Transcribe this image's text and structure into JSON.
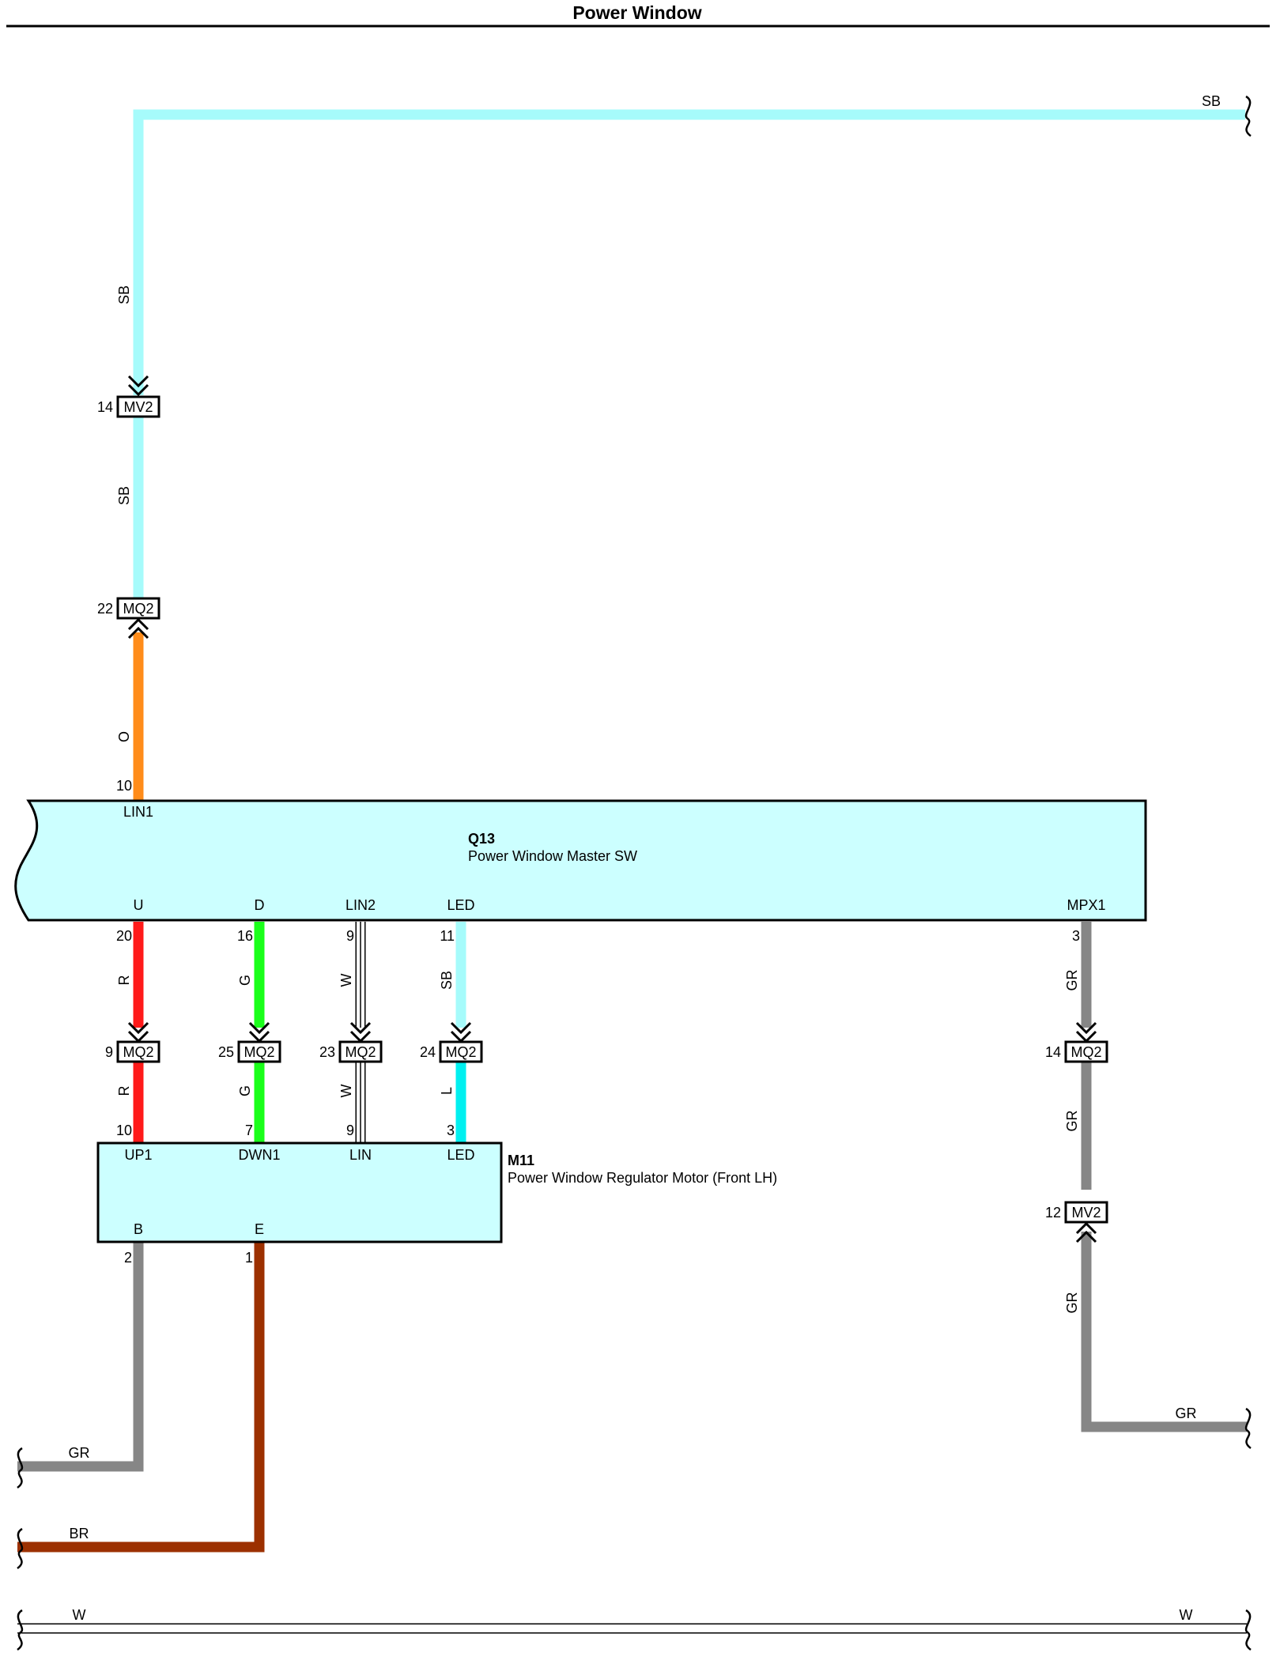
{
  "title": "Power Window",
  "components": {
    "q13": {
      "id": "Q13",
      "name": "Power Window Master SW"
    },
    "m11": {
      "id": "M11",
      "name": "Power Window Regulator Motor (Front LH)"
    }
  },
  "terminals": {
    "q13_lin1": "LIN1",
    "q13_u": "U",
    "q13_d": "D",
    "q13_lin2": "LIN2",
    "q13_led": "LED",
    "q13_mpx1": "MPX1",
    "m11_up1": "UP1",
    "m11_dwn1": "DWN1",
    "m11_lin": "LIN",
    "m11_led": "LED",
    "m11_b": "B",
    "m11_e": "E"
  },
  "pins": {
    "q13_lin1": "10",
    "q13_u": "20",
    "q13_d": "16",
    "q13_lin2": "9",
    "q13_led": "11",
    "q13_mpx1": "3",
    "m11_up1": "10",
    "m11_dwn1": "7",
    "m11_lin": "9",
    "m11_led": "3",
    "m11_b": "2",
    "m11_e": "1"
  },
  "connectors": {
    "mv2_14_top": {
      "name": "MV2",
      "pin": "14"
    },
    "mq2_22": {
      "name": "MQ2",
      "pin": "22"
    },
    "mq2_9": {
      "name": "MQ2",
      "pin": "9"
    },
    "mq2_25": {
      "name": "MQ2",
      "pin": "25"
    },
    "mq2_23": {
      "name": "MQ2",
      "pin": "23"
    },
    "mq2_24": {
      "name": "MQ2",
      "pin": "24"
    },
    "mq2_14": {
      "name": "MQ2",
      "pin": "14"
    },
    "mv2_12": {
      "name": "MV2",
      "pin": "12"
    }
  },
  "wire_labels": {
    "top_sb": "SB",
    "lin1_sb_upper": "SB",
    "lin1_sb_lower": "SB",
    "lin1_o": "O",
    "u_r_upper": "R",
    "u_r_lower": "R",
    "d_g_upper": "G",
    "d_g_lower": "G",
    "lin2_w_upper": "W",
    "lin2_w_lower": "W",
    "led_sb": "SB",
    "led_l": "L",
    "mpx_gr_1": "GR",
    "mpx_gr_2": "GR",
    "mpx_gr_3": "GR",
    "mpx_gr_out": "GR",
    "b_gr": "GR",
    "e_br": "BR",
    "bottom_w_left": "W",
    "bottom_w_right": "W"
  },
  "colors": {
    "SB": "#a6fbfb",
    "O": "#ff8c1a",
    "R": "#ff1a1a",
    "G": "#1aff1a",
    "W": "#ffffff",
    "L": "#00f0f0",
    "GR": "#868686",
    "BR": "#9c3000",
    "component_fill": "#ccffff"
  }
}
